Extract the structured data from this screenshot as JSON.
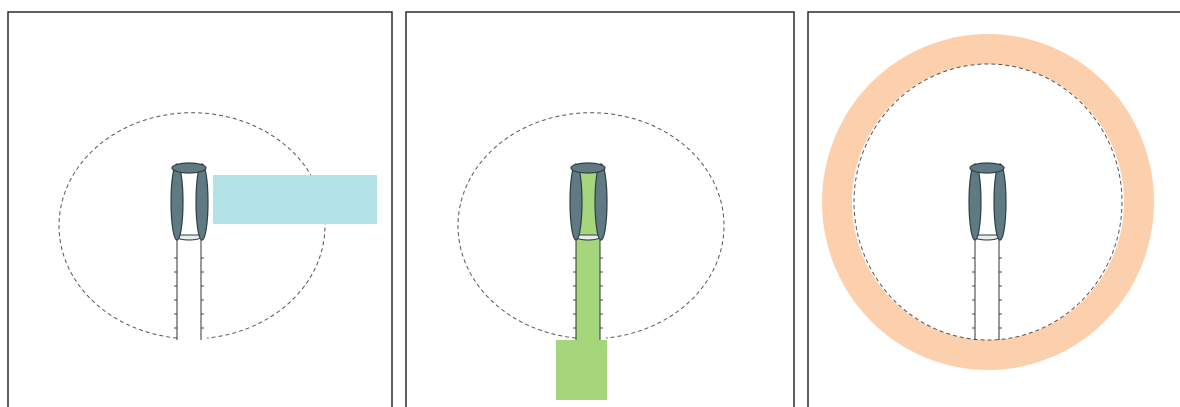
{
  "colors": {
    "background": "#ffffff",
    "frame": "#2b2b2b",
    "dashed_boundary": "#555555",
    "column_fill": "#5f7a82",
    "column_outline": "#2f3f44",
    "highlight_cyan": "#b3e3e6",
    "highlight_green": "#a6d67c",
    "highlight_orange": "#fdd0ad"
  },
  "panels": [
    {
      "highlight": "horizontal-bar",
      "highlight_color": "#b3e3e6"
    },
    {
      "highlight": "vertical-column",
      "highlight_color": "#a6d67c"
    },
    {
      "highlight": "outer-ring",
      "highlight_color": "#fdd0ad"
    }
  ]
}
